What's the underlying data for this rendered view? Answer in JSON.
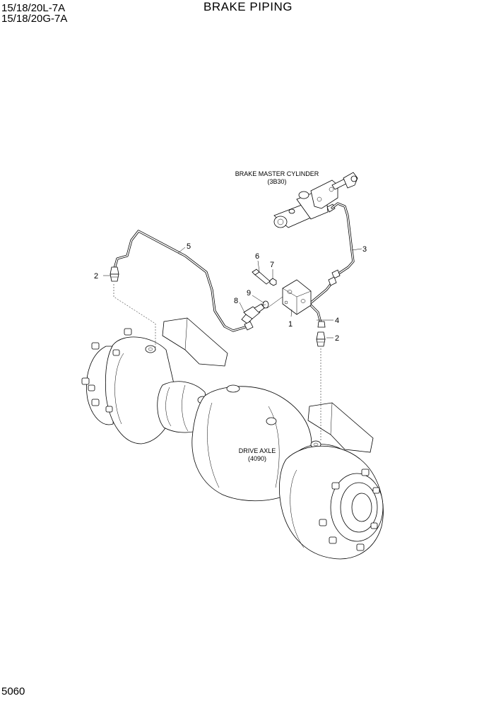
{
  "header": {
    "model_line_1": "15/18/20L-7A",
    "model_line_2": "15/18/20G-7A",
    "title": "BRAKE PIPING"
  },
  "footer": {
    "page_number": "5060"
  },
  "diagram": {
    "brake_master_cylinder": {
      "name": "BRAKE MASTER CYLINDER",
      "ref": "(3B30)"
    },
    "drive_axle": {
      "name": "DRIVE AXLE",
      "ref": "(4090)"
    },
    "callouts": {
      "c1": "1",
      "c2a": "2",
      "c2b": "2",
      "c3": "3",
      "c4": "4",
      "c5": "5",
      "c6": "6",
      "c7": "7",
      "c8": "8",
      "c9": "9"
    }
  }
}
